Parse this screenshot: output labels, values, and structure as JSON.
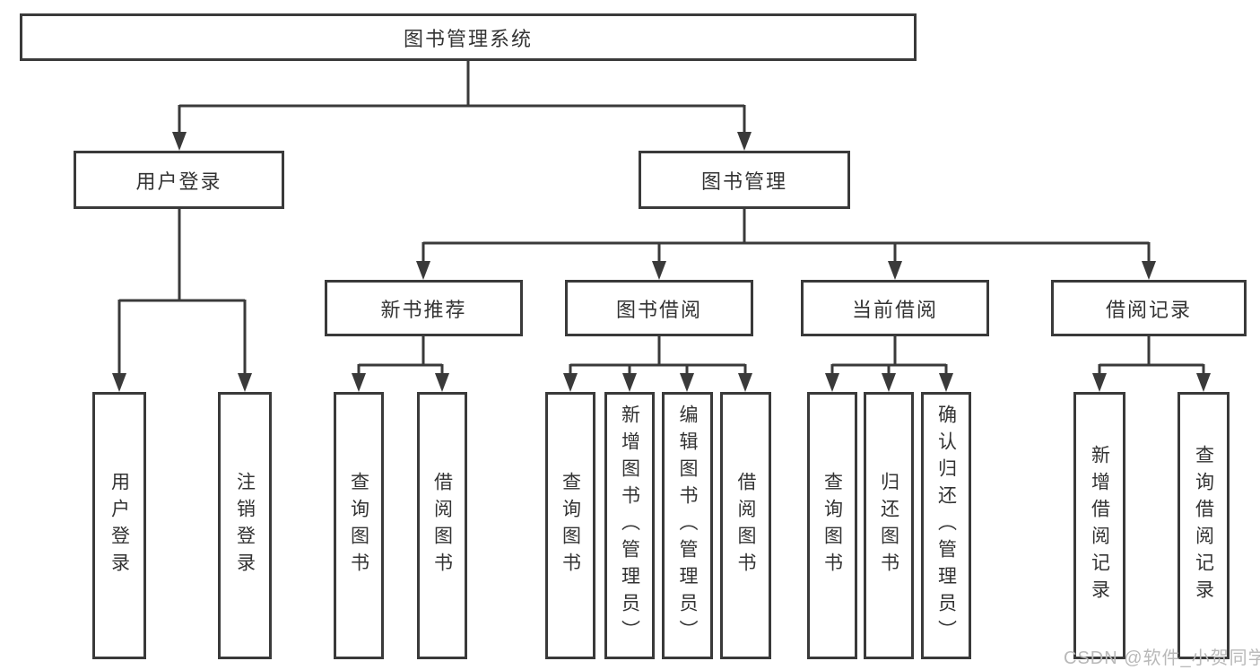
{
  "diagram_type": "hierarchy-tree",
  "colors": {
    "line": "#3a3a3a",
    "box_border": "#3a3a3a",
    "text": "#333333",
    "background": "#ffffff",
    "watermark": "#b9b9b9"
  },
  "tree": {
    "root": {
      "label": "图书管理系统"
    },
    "branches": [
      {
        "label": "用户登录",
        "children": [
          {
            "label": "用户登录"
          },
          {
            "label": "注销登录"
          }
        ]
      },
      {
        "label": "图书管理",
        "children": [
          {
            "label": "新书推荐",
            "children": [
              {
                "label": "查询图书"
              },
              {
                "label": "借阅图书"
              }
            ]
          },
          {
            "label": "图书借阅",
            "children": [
              {
                "label": "查询图书"
              },
              {
                "label": "新增图书（管理员）"
              },
              {
                "label": "编辑图书（管理员）"
              },
              {
                "label": "借阅图书"
              }
            ]
          },
          {
            "label": "当前借阅",
            "children": [
              {
                "label": "查询图书"
              },
              {
                "label": "归还图书"
              },
              {
                "label": "确认归还（管理员）"
              }
            ]
          },
          {
            "label": "借阅记录",
            "children": [
              {
                "label": "新增借阅记录"
              },
              {
                "label": "查询借阅记录"
              }
            ]
          }
        ]
      }
    ]
  },
  "watermark": {
    "text": "CSDN @软件_小贺同学"
  }
}
